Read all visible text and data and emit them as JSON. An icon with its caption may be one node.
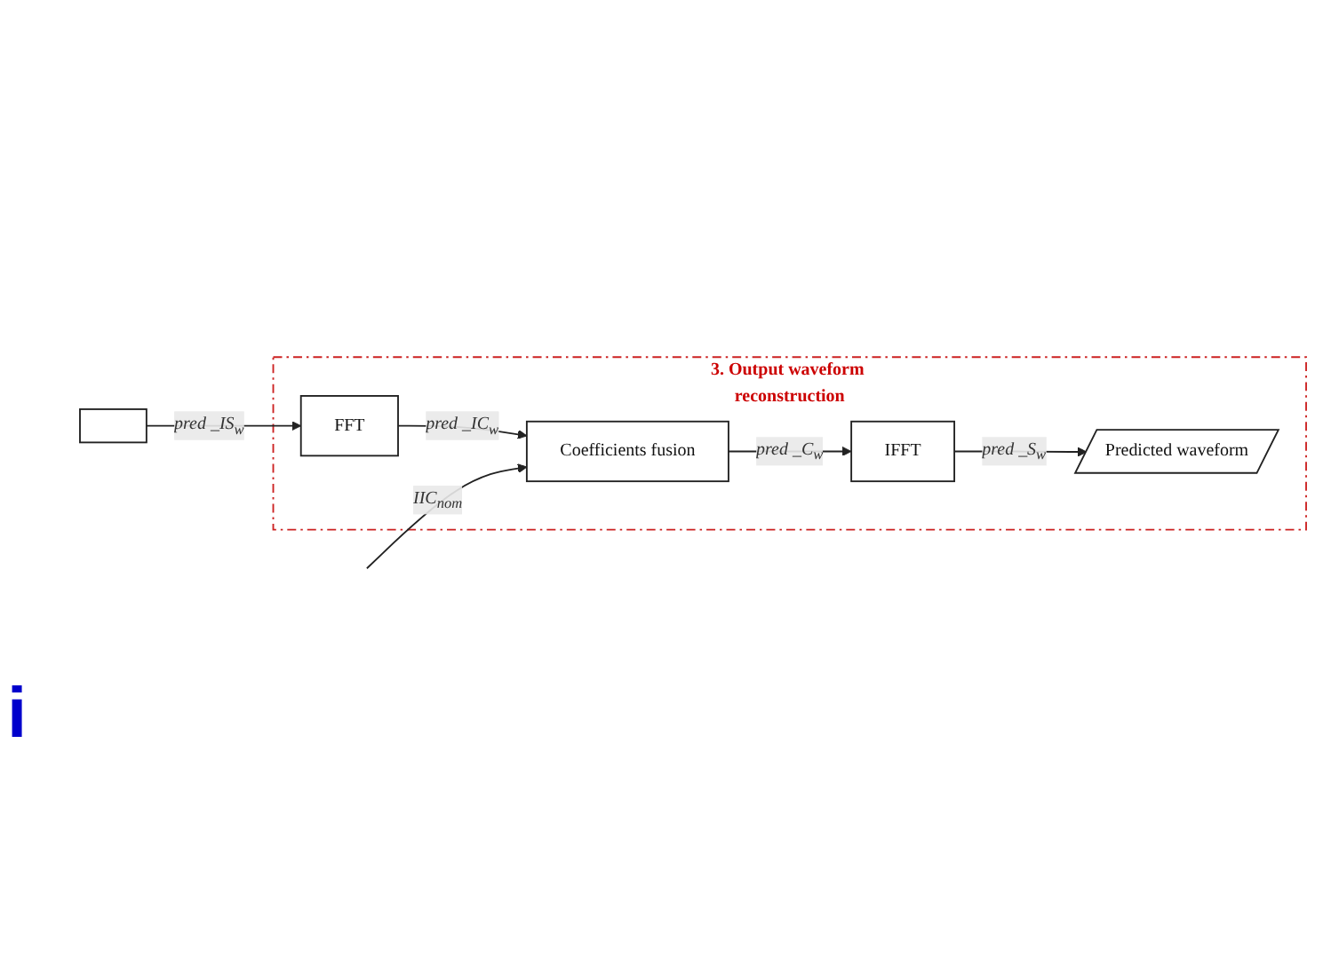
{
  "diagram": {
    "nodes": [
      {
        "text": [
          "3. Output waveform reconstruction"
        ]
      },
      {
        "text": [],
        "shape": "box"
      },
      {
        "text": [
          "FFT"
        ],
        "in": 0
      },
      {
        "text": [
          "Coefficients fusion"
        ],
        "in": 0
      },
      {
        "text": [
          "IFFT"
        ],
        "in": 0
      },
      {
        "text": [
          "Predicted waveform"
        ],
        "in": 0
      }
    ],
    "edges": [
      {
        "from": 1,
        "to": 2,
        "arrow": "to",
        "label": "pred _IS$_{w}$"
      },
      {
        "from": 2,
        "to": 3,
        "arrow": "to",
        "label": "pred _IC$_{w}$"
      },
      {
        "from": null,
        "to": 3,
        "arrow": "to",
        "label": "IIC$_{nom}$"
      },
      {
        "from": 3,
        "to": 4,
        "arrow": "to",
        "label": "pred _C$_{w}$"
      },
      {
        "from": 4,
        "to": 5,
        "arrow": "to",
        "label": "pred _S$_{w}$"
      }
    ],
    "labels": [
      "i"
    ]
  }
}
